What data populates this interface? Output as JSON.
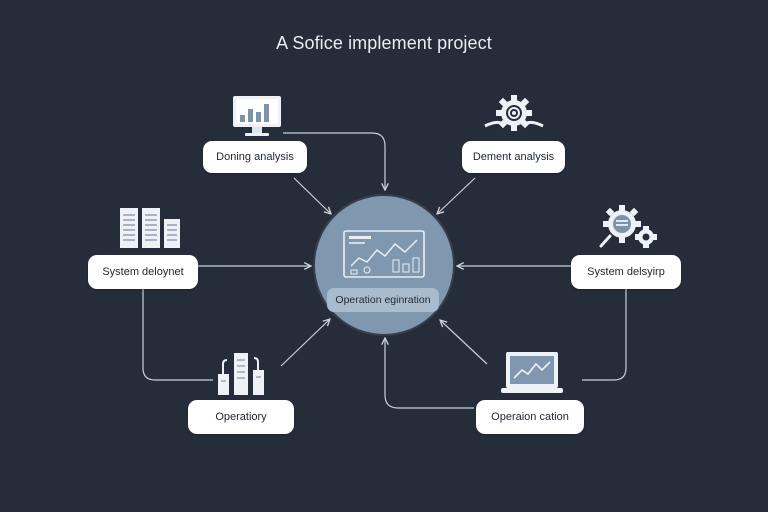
{
  "diagram": {
    "title": "A Sofice implement project",
    "hub": {
      "label": "Operation eginration",
      "icon": "dashboard-monitor-icon"
    },
    "nodes": [
      {
        "id": "top-left",
        "label": "Doning analysis",
        "icon": "monitor-bar-chart-icon"
      },
      {
        "id": "top-right",
        "label": "Dement analysis",
        "icon": "cog-cluster-icon"
      },
      {
        "id": "mid-left",
        "label": "System deloynet",
        "icon": "documents-stack-icon"
      },
      {
        "id": "mid-right",
        "label": "System delsyirp",
        "icon": "gear-search-icon"
      },
      {
        "id": "bottom-left",
        "label": "Operatiory",
        "icon": "server-rack-icon"
      },
      {
        "id": "bottom-right",
        "label": "Operaion cation",
        "icon": "laptop-chart-icon"
      }
    ],
    "colors": {
      "background": "#262d3a",
      "hub": "#7f98b0",
      "node": "#ffffff",
      "connector": "#c9d1da"
    }
  }
}
